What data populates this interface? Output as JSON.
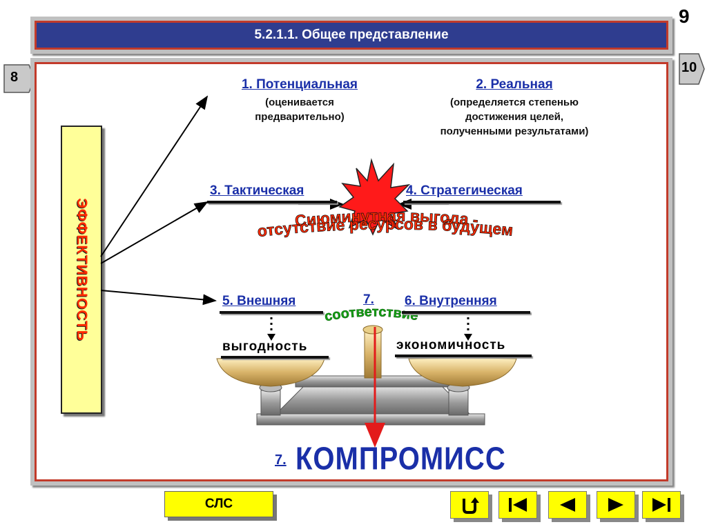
{
  "page_number": "9",
  "title": "5.2.1.1. Общее представление",
  "nav": {
    "prev_label": "8",
    "next_label": "10"
  },
  "effectiveness_label": "ЭФФЕКТИВНОСТЬ",
  "types": {
    "potential": {
      "label": "1. Потенциальная",
      "note_line1": "(оценивается",
      "note_line2": "предварительно)"
    },
    "real": {
      "label": "2. Реальная",
      "note_line1": "(определяется степенью",
      "note_line2": "достижения целей,",
      "note_line3": "полученными результатами)"
    },
    "tactical": {
      "label": "3. Тактическая"
    },
    "strategic": {
      "label": "4. Стратегическая"
    },
    "external": {
      "label": "5. Внешняя"
    },
    "internal": {
      "label": "6. Внутренняя"
    }
  },
  "conflict_text": {
    "line1": "Сиюминутная выгода -",
    "line2": "отсутствие ресурсов в будущем"
  },
  "correspondence": {
    "label": "7.",
    "arc_text": "соответствие"
  },
  "external_result": "выгодность",
  "internal_result": "экономичность",
  "compromise": {
    "number": "7.",
    "word": "компромисс"
  },
  "footer": {
    "slc_label": "СЛС"
  },
  "icons": [
    "return-icon",
    "first-slide-icon",
    "previous-slide-icon",
    "next-slide-icon",
    "last-slide-icon",
    "explosion-icon",
    "balance-scale-icon"
  ],
  "colors": {
    "title_bar": "#2f3d8f",
    "frame_border": "#c23a2a",
    "link_blue": "#1a2fa8",
    "accent_red": "#ff2a00",
    "yellow": "#ffff00"
  }
}
